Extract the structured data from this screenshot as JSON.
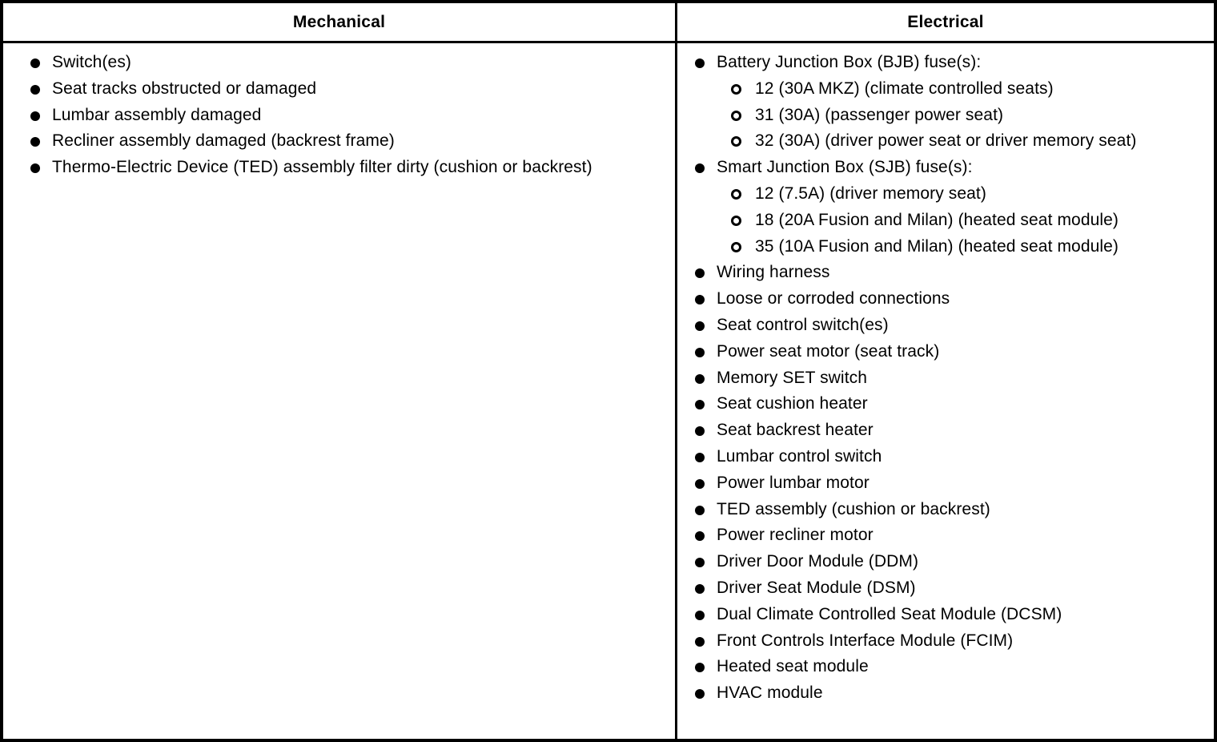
{
  "colors": {
    "border": "#000000",
    "text": "#000000",
    "background": "#ffffff"
  },
  "icons": {
    "level1_bullet": "filled-circle",
    "level2_bullet": "open-circle"
  },
  "table": {
    "columns": [
      {
        "header": "Mechanical",
        "items": [
          {
            "level": 1,
            "text": "Switch(es)"
          },
          {
            "level": 1,
            "text": "Seat tracks obstructed or damaged"
          },
          {
            "level": 1,
            "text": "Lumbar assembly damaged"
          },
          {
            "level": 1,
            "text": "Recliner assembly damaged (backrest frame)"
          },
          {
            "level": 1,
            "text": "Thermo-Electric Device (TED) assembly filter dirty (cushion or backrest)"
          }
        ]
      },
      {
        "header": "Electrical",
        "items": [
          {
            "level": 1,
            "text": "Battery Junction Box (BJB) fuse(s):"
          },
          {
            "level": 2,
            "text": "12 (30A MKZ) (climate controlled seats)"
          },
          {
            "level": 2,
            "text": "31 (30A) (passenger power seat)"
          },
          {
            "level": 2,
            "text": "32 (30A) (driver power seat or driver memory seat)"
          },
          {
            "level": 1,
            "text": "Smart Junction Box (SJB) fuse(s):"
          },
          {
            "level": 2,
            "text": "12 (7.5A) (driver memory seat)"
          },
          {
            "level": 2,
            "text": "18 (20A Fusion and Milan) (heated seat module)"
          },
          {
            "level": 2,
            "text": "35 (10A Fusion and Milan) (heated seat module)"
          },
          {
            "level": 1,
            "text": "Wiring harness"
          },
          {
            "level": 1,
            "text": "Loose or corroded connections"
          },
          {
            "level": 1,
            "text": "Seat control switch(es)"
          },
          {
            "level": 1,
            "text": "Power seat motor (seat track)"
          },
          {
            "level": 1,
            "text": "Memory SET switch"
          },
          {
            "level": 1,
            "text": "Seat cushion heater"
          },
          {
            "level": 1,
            "text": "Seat backrest heater"
          },
          {
            "level": 1,
            "text": "Lumbar control switch"
          },
          {
            "level": 1,
            "text": "Power lumbar motor"
          },
          {
            "level": 1,
            "text": "TED assembly (cushion or backrest)"
          },
          {
            "level": 1,
            "text": "Power recliner motor"
          },
          {
            "level": 1,
            "text": "Driver Door Module (DDM)"
          },
          {
            "level": 1,
            "text": "Driver Seat Module (DSM)"
          },
          {
            "level": 1,
            "text": "Dual Climate Controlled Seat Module (DCSM)"
          },
          {
            "level": 1,
            "text": "Front Controls Interface Module (FCIM)"
          },
          {
            "level": 1,
            "text": "Heated seat module"
          },
          {
            "level": 1,
            "text": "HVAC module"
          }
        ]
      }
    ]
  }
}
